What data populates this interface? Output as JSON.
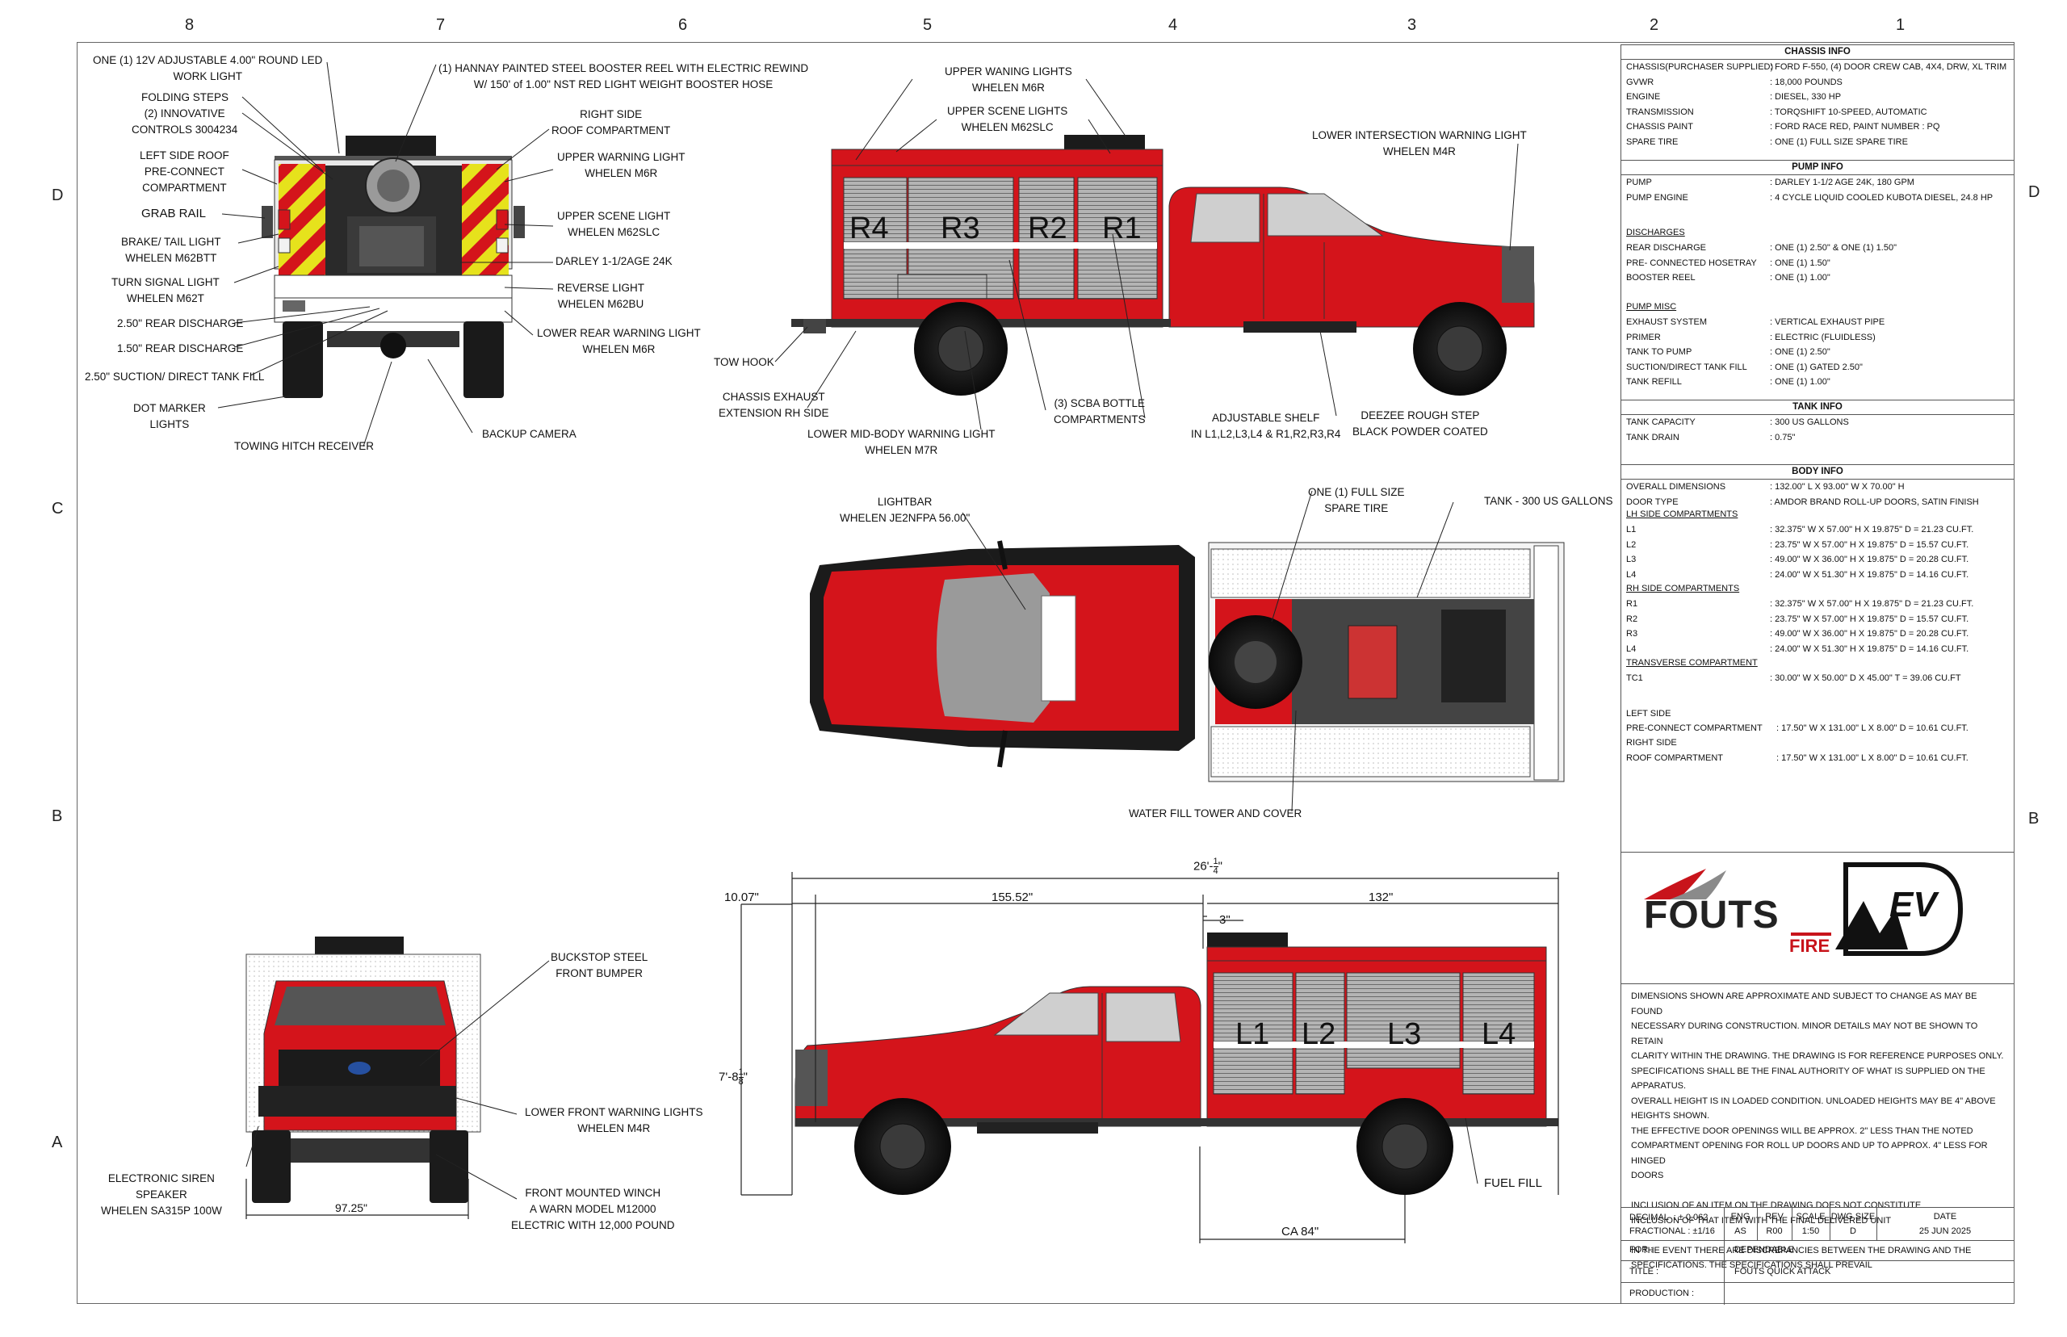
{
  "grid": {
    "top": [
      "8",
      "7",
      "6",
      "5",
      "4",
      "3",
      "2",
      "1"
    ],
    "side_left": [
      "D",
      "C",
      "B",
      "A"
    ],
    "side_right": [
      "D",
      "B"
    ]
  },
  "rear_view": {
    "labels": {
      "work_light": [
        "ONE (1) 12V ADJUSTABLE  4.00\" ROUND LED",
        "WORK LIGHT"
      ],
      "folding_steps": "FOLDING STEPS",
      "controls": [
        "(2) INNOVATIVE",
        "CONTROLS 3004234"
      ],
      "roof_compartment_left": [
        "LEFT SIDE ROOF",
        "PRE-CONNECT",
        "COMPARTMENT"
      ],
      "grab_rail": "GRAB RAIL",
      "brake_light": [
        "BRAKE/ TAIL LIGHT",
        "WHELEN M62BTT"
      ],
      "turn_signal": [
        "TURN SIGNAL LIGHT",
        "WHELEN M62T"
      ],
      "rear_discharge_250": "2.50\" REAR DISCHARGE",
      "rear_discharge_150": "1.50\" REAR DISCHARGE",
      "suction": "2.50\" SUCTION/ DIRECT TANK FILL",
      "dot_marker": [
        "DOT MARKER",
        "LIGHTS"
      ],
      "towing_hitch": "TOWING HITCH RECEIVER",
      "booster_reel": [
        "(1) HANNAY PAINTED STEEL BOOSTER REEL WITH ELECTRIC REWIND",
        "W/ 150' of 1.00\" NST RED LIGHT WEIGHT BOOSTER HOSE"
      ],
      "right_roof": [
        "RIGHT SIDE",
        "ROOF COMPARTMENT"
      ],
      "upper_warning": [
        "UPPER WARNING LIGHT",
        "WHELEN M6R"
      ],
      "upper_scene": [
        "UPPER SCENE LIGHT",
        "WHELEN M62SLC"
      ],
      "darley": "DARLEY 1-1/2AGE 24K",
      "reverse_light": [
        "REVERSE LIGHT",
        "WHELEN M62BU"
      ],
      "lower_rear_warning": [
        "LOWER REAR WARNING LIGHT",
        "WHELEN M6R"
      ],
      "backup_camera": "BACKUP CAMERA"
    }
  },
  "side_view_rh": {
    "labels": {
      "upper_waning": [
        "UPPER WANING LIGHTS",
        "WHELEN M6R"
      ],
      "upper_scene": [
        "UPPER SCENE LIGHTS",
        "WHELEN M62SLC"
      ],
      "lower_intersection": [
        "LOWER INTERSECTION WARNING LIGHT",
        "WHELEN M4R"
      ],
      "tow_hook": "TOW HOOK",
      "chassis_exhaust": [
        "CHASSIS EXHAUST",
        "EXTENSION RH SIDE"
      ],
      "lower_mid_body": [
        "LOWER MID-BODY WARNING LIGHT",
        "WHELEN M7R"
      ],
      "scba": [
        "(3) SCBA BOTTLE",
        "COMPARTMENTS"
      ],
      "adjustable_shelf": [
        "ADJUSTABLE SHELF",
        "IN L1,L2,L3,L4 & R1,R2,R3,R4"
      ],
      "deezee": [
        "DEEZEE ROUGH STEP",
        "BLACK POWDER COATED"
      ]
    },
    "compartments": [
      "R4",
      "R3",
      "R2",
      "R1"
    ]
  },
  "top_view": {
    "labels": {
      "lightbar": [
        "LIGHTBAR",
        "WHELEN JE2NFPA 56.00\""
      ],
      "spare_tire": [
        "ONE (1) FULL SIZE",
        "SPARE TIRE"
      ],
      "tank": "TANK - 300 US GALLONS",
      "water_fill": "WATER FILL TOWER AND COVER"
    }
  },
  "front_view": {
    "labels": {
      "bumper": [
        "BUCKSTOP STEEL",
        "FRONT BUMPER"
      ],
      "lower_front_warning": [
        "LOWER FRONT WARNING LIGHTS",
        "WHELEN M4R"
      ],
      "siren": [
        "ELECTRONIC SIREN",
        "SPEAKER",
        "WHELEN SA315P 100W"
      ],
      "winch": [
        "FRONT MOUNTED WINCH",
        "A WARN MODEL M12000",
        "ELECTRIC WITH 12,000 POUND"
      ],
      "width_dim": "97.25\""
    }
  },
  "side_view_lh": {
    "compartments": [
      "L1",
      "L2",
      "L3",
      "L4"
    ],
    "dims": {
      "overall_ft": "26'-",
      "overall_frac_num": "1",
      "overall_frac_den": "4",
      "overhang": "10.07\"",
      "wheelbase": "155.52\"",
      "body": "132\"",
      "gap": "3\"",
      "height_ft": "7'-8",
      "height_frac_num": "1",
      "height_frac_den": "8",
      "ca": "CA 84\""
    },
    "labels": {
      "fuel_fill": "FUEL FILL"
    }
  },
  "panel": {
    "chassis_info": {
      "title": "CHASSIS INFO",
      "rows": [
        {
          "k": "CHASSIS(PURCHASER SUPPLIED)",
          "v": ": FORD F-550, (4) DOOR CREW CAB, 4X4, DRW, XL TRIM"
        },
        {
          "k": "GVWR",
          "v": ": 18,000 POUNDS"
        },
        {
          "k": "ENGINE",
          "v": ": DIESEL, 330 HP"
        },
        {
          "k": "TRANSMISSION",
          "v": ": TORQSHIFT 10-SPEED, AUTOMATIC"
        },
        {
          "k": "CHASSIS PAINT",
          "v": ": FORD RACE RED, PAINT NUMBER : PQ"
        },
        {
          "k": "SPARE TIRE",
          "v": ": ONE (1) FULL SIZE SPARE TIRE"
        }
      ]
    },
    "pump_info": {
      "title": "PUMP INFO",
      "rows": [
        {
          "k": "PUMP",
          "v": ": DARLEY 1-1/2 AGE 24K, 180 GPM"
        },
        {
          "k": "PUMP ENGINE",
          "v": ": 4 CYCLE LIQUID COOLED KUBOTA DIESEL, 24.8 HP"
        }
      ],
      "discharges_title": "DISCHARGES",
      "discharges": [
        {
          "k": "REAR DISCHARGE",
          "v": ": ONE (1) 2.50\" & ONE (1) 1.50\""
        },
        {
          "k": "PRE- CONNECTED HOSETRAY",
          "v": ": ONE (1) 1.50\""
        },
        {
          "k": "BOOSTER REEL",
          "v": ": ONE (1) 1.00\""
        }
      ],
      "misc_title": "PUMP MISC",
      "misc": [
        {
          "k": "EXHAUST SYSTEM",
          "v": ": VERTICAL EXHAUST PIPE"
        },
        {
          "k": "PRIMER",
          "v": ": ELECTRIC (FLUIDLESS)"
        },
        {
          "k": "TANK TO PUMP",
          "v": ": ONE (1) 2.50\""
        },
        {
          "k": "SUCTION/DIRECT TANK FILL",
          "v": ": ONE (1) GATED 2.50\""
        },
        {
          "k": "TANK REFILL",
          "v": ":  ONE (1) 1.00\""
        }
      ]
    },
    "tank_info": {
      "title": "TANK INFO",
      "rows": [
        {
          "k": "TANK CAPACITY",
          "v": ": 300 US GALLONS"
        },
        {
          "k": "TANK DRAIN",
          "v": ": 0.75\""
        }
      ]
    },
    "body_info": {
      "title": "BODY INFO",
      "rows": [
        {
          "k": "OVERALL DIMENSIONS",
          "v": ": 132.00\" L X 93.00\" W X 70.00\" H"
        },
        {
          "k": "DOOR TYPE",
          "v": ": AMDOR BRAND ROLL-UP DOORS, SATIN FINISH"
        }
      ],
      "lh_title": "LH SIDE COMPARTMENTS",
      "lh": [
        {
          "k": "L1",
          "v": ": 32.375\" W X 57.00\" H X 19.875\" D = 21.23 CU.FT."
        },
        {
          "k": "L2",
          "v": ": 23.75\" W X 57.00\" H X 19.875\" D = 15.57 CU.FT."
        },
        {
          "k": "L3",
          "v": ": 49.00\" W X 36.00\" H X 19.875\" D = 20.28 CU.FT."
        },
        {
          "k": "L4",
          "v": ": 24.00\" W X 51.30\" H X 19.875\" D = 14.16 CU.FT."
        }
      ],
      "rh_title": "RH SIDE COMPARTMENTS",
      "rh": [
        {
          "k": "R1",
          "v": ": 32.375\" W X 57.00\" H X 19.875\" D = 21.23 CU.FT."
        },
        {
          "k": "R2",
          "v": ": 23.75\" W X 57.00\" H X 19.875\" D = 15.57 CU.FT."
        },
        {
          "k": "R3",
          "v": ": 49.00\" W X 36.00\" H X  19.875\" D = 20.28 CU.FT."
        },
        {
          "k": "L4",
          "v": ": 24.00\" W X 51.30\" H X 19.875\" D = 14.16 CU.FT."
        }
      ],
      "trans_title": "TRANSVERSE COMPARTMENT",
      "trans": [
        {
          "k": "TC1",
          "v": ": 30.00\" W X 50.00\" D X 45.00\" T = 39.06 CU.FT"
        }
      ],
      "left_side": "LEFT SIDE",
      "preconnect": {
        "k": "PRE-CONNECT COMPARTMENT",
        "v": ": 17.50\" W X 131.00\" L X 8.00\" D = 10.61 CU.FT."
      },
      "right_side": "RIGHT SIDE",
      "roof": {
        "k": "ROOF COMPARTMENT",
        "v": ": 17.50\" W X 131.00\" L X 8.00\" D = 10.61 CU.FT."
      }
    },
    "logo": {
      "fouts": "FOUTS",
      "fire": "FIRE",
      "ev": "EV"
    },
    "notes": [
      "DIMENSIONS SHOWN ARE APPROXIMATE AND SUBJECT TO CHANGE AS MAY BE FOUND",
      "NECESSARY DURING CONSTRUCTION. MINOR DETAILS MAY NOT BE SHOWN TO RETAIN",
      "CLARITY WITHIN THE DRAWING. THE DRAWING IS FOR REFERENCE PURPOSES ONLY.",
      "SPECIFICATIONS SHALL BE THE FINAL AUTHORITY OF WHAT IS SUPPLIED ON THE",
      "APPARATUS.",
      "OVERALL HEIGHT IS IN LOADED CONDITION. UNLOADED HEIGHTS MAY BE 4\" ABOVE",
      "HEIGHTS SHOWN.",
      "THE EFFECTIVE DOOR OPENINGS WILL BE APPROX. 2\" LESS THAN THE NOTED",
      "COMPARTMENT OPENING FOR ROLL UP DOORS AND UP TO APPROX.  4\" LESS FOR HINGED",
      "DOORS",
      "",
      "INCLUSION OF AN ITEM ON THE DRAWING DOES NOT CONSTITUTE",
      "INCLUSION OF THAT ITEM WITH THE FINAL DELIVERED UNIT",
      "",
      "IN THE EVENT THERE ARE DISCREPANCIES BETWEEN THE DRAWING AND THE",
      "SPECIFICATIONS. THE SPECIFICATIONS SHALL PREVAIL"
    ],
    "title_block": {
      "decimal": "DECIMAL",
      "decimal_v": ": ± 0.062",
      "fractional": "FRACTIONAL : ±1/16",
      "eng_h": "ENG",
      "eng_v": "AS",
      "rev_h": "REV",
      "rev_v": "R00",
      "scale_h": "SCALE",
      "scale_v": "1:50",
      "dwg_h": "DWG SIZE",
      "dwg_v": "D",
      "date_h": "DATE",
      "date_v": "25 JUN 2025",
      "for_k": "FOR :",
      "for_v": "DEPENDABLE",
      "title_k": "TITLE :",
      "title_v": "FOUTS QUICK ATTACK",
      "prod_k": "PRODUCTION :"
    }
  },
  "colors": {
    "red": "#d4141b",
    "dark": "#1b1b1b",
    "shutter": "#a8a8a8",
    "yellow": "#e6e21c"
  }
}
